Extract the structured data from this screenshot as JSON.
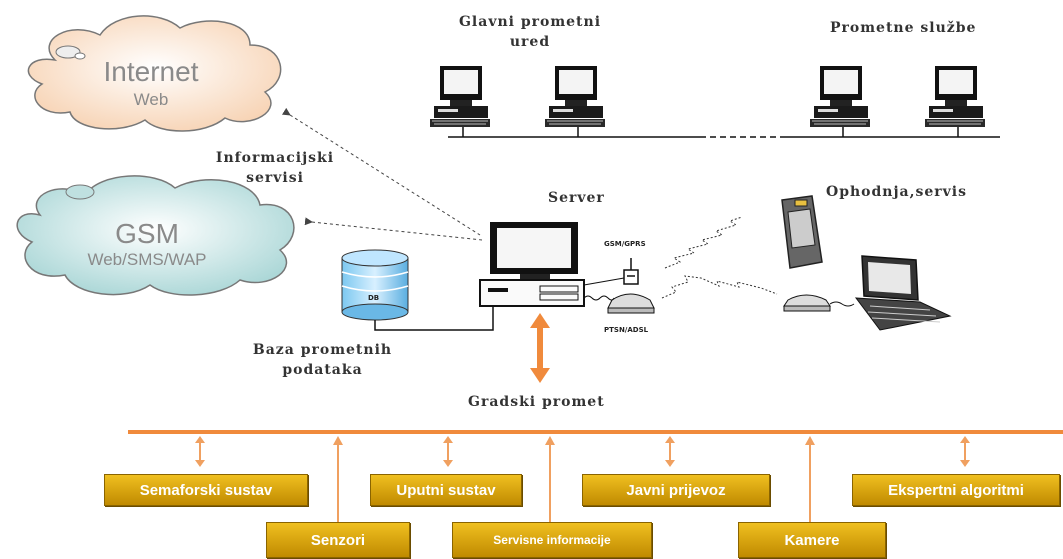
{
  "labels": {
    "main_office": "Glavni prometni\nured",
    "traffic_services": "Prometne službe",
    "info_services": "Informacijski\nservisi",
    "server": "Server",
    "patrol": "Ophodnja,servis",
    "database": "Baza prometnih\npodataka",
    "city_traffic": "Gradski promet",
    "gsm_gprs": "GSM/GPRS",
    "pstn_adsl": "PTSN/ADSL",
    "db": "DB"
  },
  "clouds": {
    "internet": {
      "title": "Internet",
      "subtitle": "Web"
    },
    "gsm": {
      "title": "GSM",
      "subtitle": "Web/SMS/WAP"
    }
  },
  "subsystems": [
    {
      "label": "Semaforski sustav"
    },
    {
      "label": "Senzori"
    },
    {
      "label": "Uputni sustav"
    },
    {
      "label": "Servisne informacije"
    },
    {
      "label": "Javni prijevoz"
    },
    {
      "label": "Kamere"
    },
    {
      "label": "Ekspertni algoritmi"
    }
  ],
  "colors": {
    "bus": "#f08a3c",
    "box": "#e0a810",
    "cloud_internet": "#fbe6d4",
    "cloud_gsm": "#cfe6e6"
  }
}
